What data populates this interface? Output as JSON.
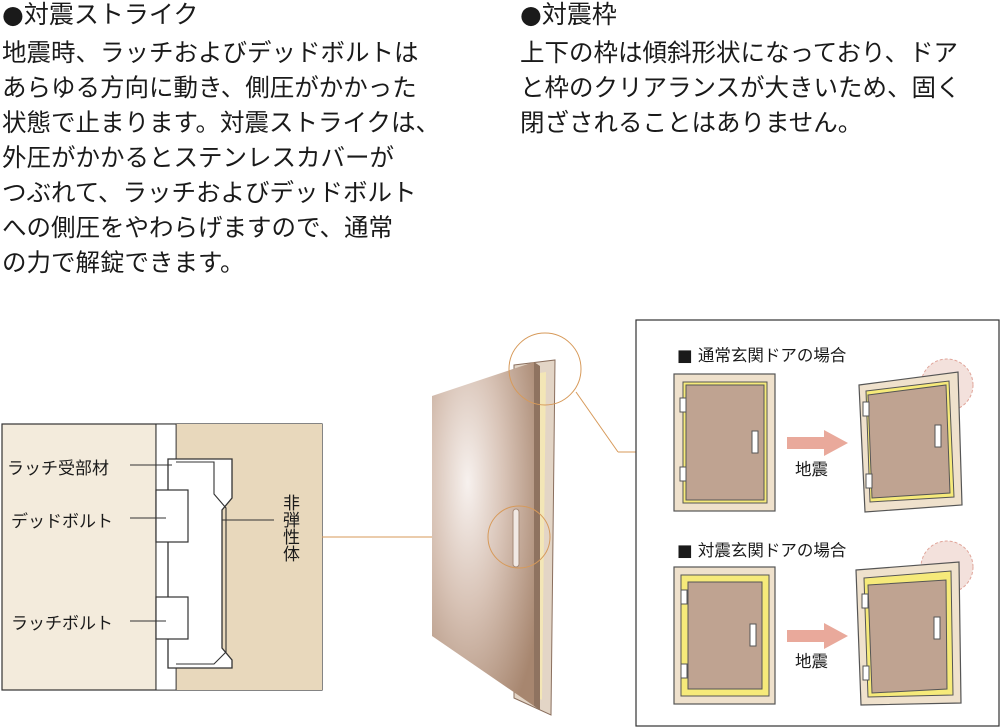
{
  "strike": {
    "heading": "●対震ストライク",
    "body": [
      "地震時、ラッチおよびデッドボルトは",
      "あらゆる方向に動き、側圧がかかった",
      "状態で止まります。対震ストライクは、",
      "外圧がかかるとステンレスカバーが",
      "つぶれて、ラッチおよびデッドボルト",
      "への側圧をやわらげますので、通常",
      "の力で解錠できます。"
    ]
  },
  "frame": {
    "heading": "●対震枠",
    "body": [
      "上下の枠は傾斜形状になっており、ドア",
      "と枠のクリアランスが大きいため、固く",
      "閉ざされることはありません。"
    ]
  },
  "strike_diagram": {
    "labels": {
      "latch_receiver": "ラッチ受部材",
      "deadbolt": "デッドボルト",
      "latch_bolt": "ラッチボルト",
      "non_elastic": "非弾性体"
    }
  },
  "comparison": {
    "normal_title": "■ 通常玄関ドアの場合",
    "seismic_title": "■ 対震玄関ドアの場合",
    "arrow_label_1": "地震",
    "arrow_label_2": "地震"
  },
  "colors": {
    "wall": "#f3ebdc",
    "wall_dark": "#e8d8bc",
    "door": "#bfa391",
    "frame_fill": "#efe1cc",
    "gap_yellow": "#f6ea7a",
    "arrow": "#e9a99b",
    "callout": "#d79a5a"
  }
}
